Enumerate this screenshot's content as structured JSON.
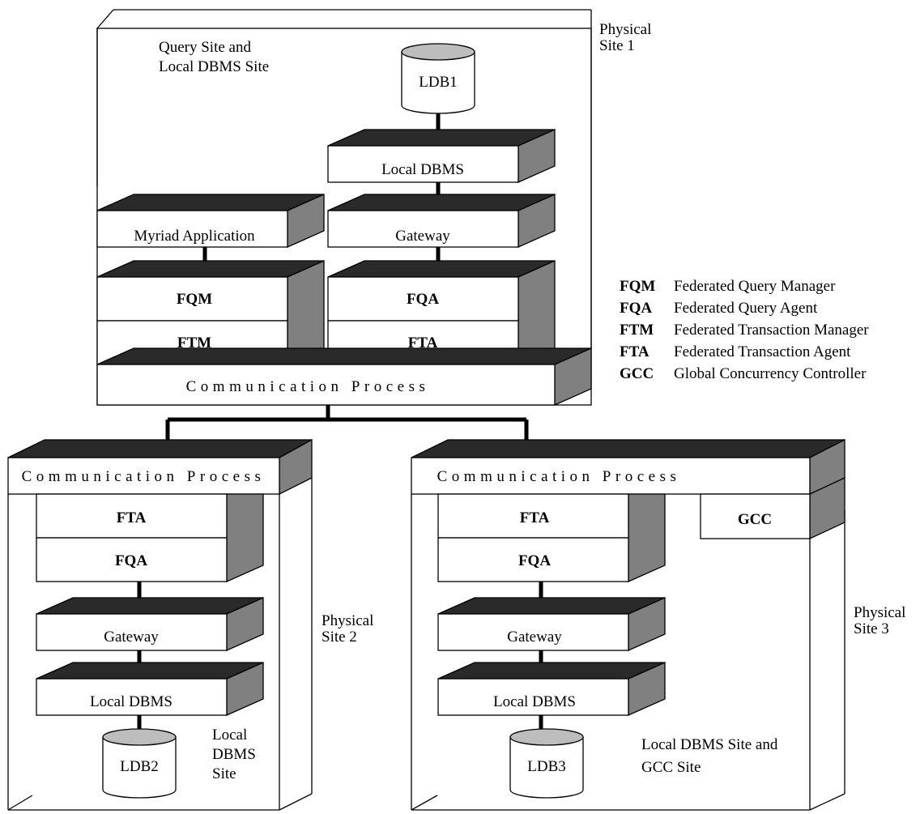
{
  "site1": {
    "physical_label": [
      "Physical",
      "Site 1"
    ],
    "role_label": [
      "Query Site and",
      "Local DBMS Site"
    ],
    "db": "LDB1",
    "local_dbms": "Local DBMS",
    "gateway": "Gateway",
    "myriad_app": "Myriad Application",
    "fqm": "FQM",
    "ftm": "FTM",
    "fqa": "FQA",
    "fta": "FTA",
    "comm": "Communication Process"
  },
  "site2": {
    "physical_label": [
      "Physical",
      "Site 2"
    ],
    "role_label": [
      "Local",
      "DBMS",
      "Site"
    ],
    "comm": "Communication Process",
    "fta": "FTA",
    "fqa": "FQA",
    "gateway": "Gateway",
    "local_dbms": "Local DBMS",
    "db": "LDB2"
  },
  "site3": {
    "physical_label": [
      "Physical",
      "Site 3"
    ],
    "role_label": [
      "Local DBMS Site and",
      "GCC Site"
    ],
    "comm": "Communication Process",
    "gcc": "GCC",
    "fta": "FTA",
    "fqa": "FQA",
    "gateway": "Gateway",
    "local_dbms": "Local DBMS",
    "db": "LDB3"
  },
  "legend": [
    {
      "abbr": "FQM",
      "desc": "Federated Query Manager"
    },
    {
      "abbr": "FQA",
      "desc": "Federated Query Agent"
    },
    {
      "abbr": "FTM",
      "desc": "Federated Transaction Manager"
    },
    {
      "abbr": "FTA",
      "desc": "Federated Transaction Agent"
    },
    {
      "abbr": "GCC",
      "desc": "Global Concurrency Controller"
    }
  ]
}
